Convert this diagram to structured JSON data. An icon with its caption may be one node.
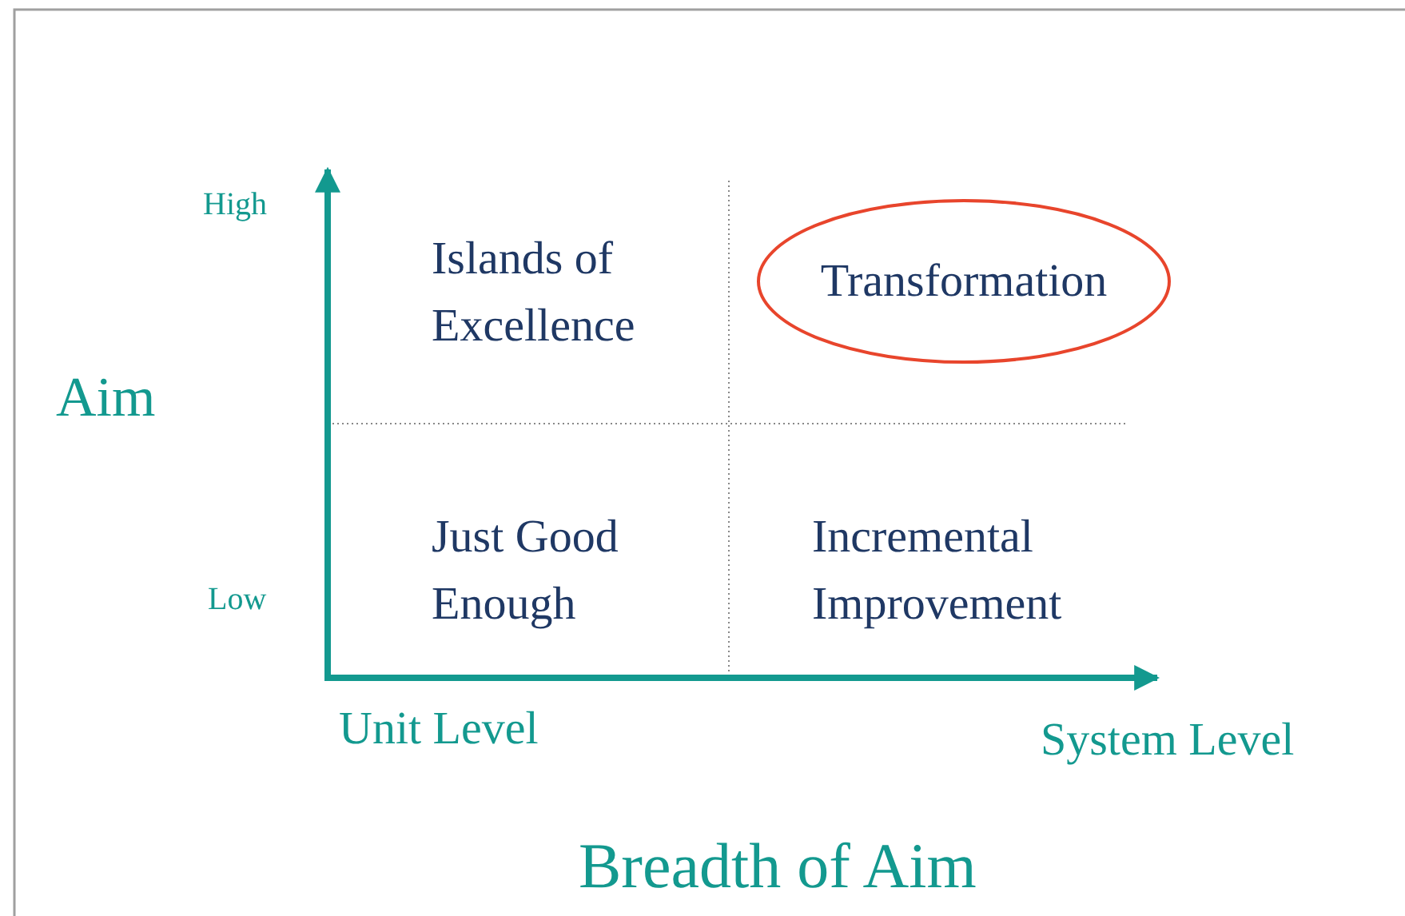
{
  "diagram": {
    "nodes": [
      {
        "text": [
          "Transformation"
        ]
      }
    ],
    "labels": [
      "High",
      "Islands of Excellence",
      "Aim",
      "Just Good Enough",
      "Incremental Improvement",
      "Low",
      "Unit Level",
      "System Level",
      "Breadth of Aim"
    ]
  }
}
